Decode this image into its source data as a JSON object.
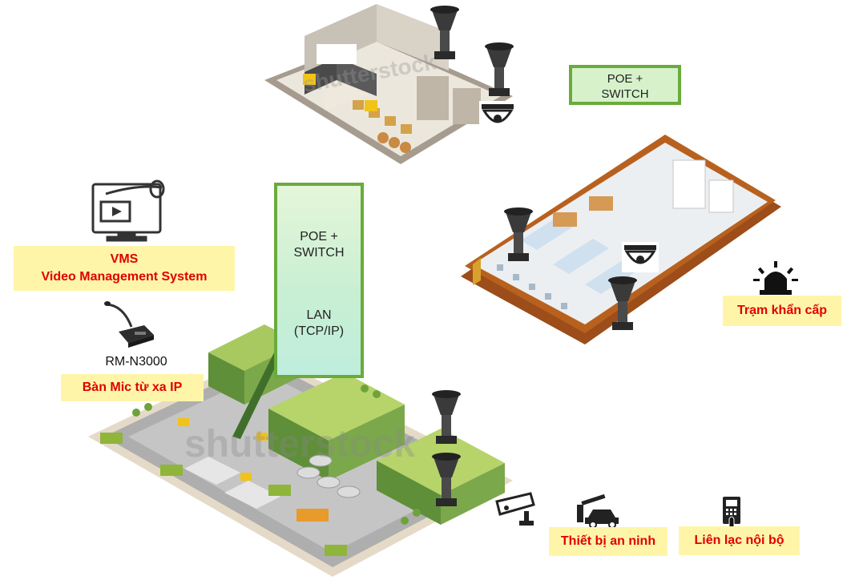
{
  "switch_top": {
    "line1": "POE +",
    "line2": "SWITCH"
  },
  "switch_big": {
    "line1": "POE +",
    "line2": "SWITCH",
    "lan1": "LAN",
    "lan2": "(TCP/IP)"
  },
  "vms": {
    "title": "VMS",
    "subtitle": "Video Management System"
  },
  "mic": {
    "model": "RM-N3000",
    "label": "Bàn Mic từ xa IP"
  },
  "emergency": {
    "label": "Trạm khẩn cấp"
  },
  "security": {
    "label": "Thiết bị an ninh"
  },
  "intercom": {
    "label": "Liên lạc nội bộ"
  },
  "watermark": "shutterstock",
  "colors": {
    "label_bg": "#fff5a8",
    "label_text": "#e00000",
    "switch_border": "#6aab3c"
  },
  "icons": [
    "horn-speaker-icon",
    "dome-camera-icon",
    "monitor-vms-icon",
    "desk-microphone-icon",
    "emergency-siren-icon",
    "cctv-camera-icon",
    "car-barrier-icon",
    "intercom-icon"
  ]
}
